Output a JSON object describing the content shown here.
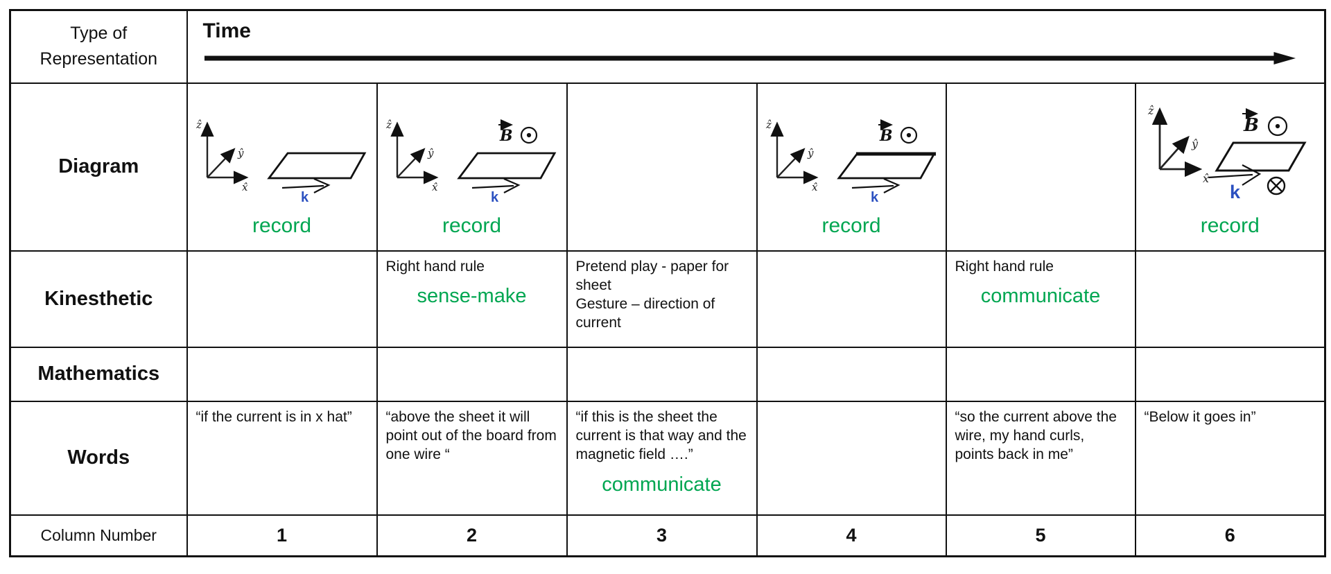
{
  "colors": {
    "annotation_green": "#00a651",
    "k_label_blue": "#2b50c0",
    "line": "#111111"
  },
  "header": {
    "type_label": "Type of Representation",
    "time_label": "Time",
    "time_arrow_icon": "rightwards-arrow"
  },
  "row_labels": {
    "diagram": "Diagram",
    "kinesthetic": "Kinesthetic",
    "mathematics": "Mathematics",
    "words": "Words",
    "column_number": "Column Number"
  },
  "axis_labels": {
    "z": "ẑ",
    "y": "ŷ",
    "x": "x̂"
  },
  "symbols": {
    "b_field": "B",
    "k": "k",
    "out_of_page": "circled-dot",
    "into_page": "circled-cross"
  },
  "columns": [
    {
      "number": "1",
      "diagram": {
        "present": true,
        "size": "normal",
        "b_out_of_page": false,
        "thick_top_edge": false,
        "b_into_page": false,
        "annotation": "record"
      },
      "kinesthetic": {
        "text_lines": [],
        "annotation": ""
      },
      "mathematics": "",
      "words": {
        "quote": "“if the current is in x hat”",
        "annotation": ""
      }
    },
    {
      "number": "2",
      "diagram": {
        "present": true,
        "size": "normal",
        "b_out_of_page": true,
        "thick_top_edge": false,
        "b_into_page": false,
        "annotation": "record"
      },
      "kinesthetic": {
        "text_lines": [
          "Right hand rule"
        ],
        "annotation": "sense-make"
      },
      "mathematics": "",
      "words": {
        "quote": "“above the sheet it will point out of the board from one wire “",
        "annotation": ""
      }
    },
    {
      "number": "3",
      "diagram": {
        "present": false
      },
      "kinesthetic": {
        "text_lines": [
          "Pretend play - paper for sheet",
          "Gesture – direction of current"
        ],
        "annotation": ""
      },
      "mathematics": "",
      "words": {
        "quote": "“if this is the sheet the current is that way and the magnetic field ….”",
        "annotation": "communicate"
      }
    },
    {
      "number": "4",
      "diagram": {
        "present": true,
        "size": "normal",
        "b_out_of_page": true,
        "thick_top_edge": true,
        "b_into_page": false,
        "annotation": "record"
      },
      "kinesthetic": {
        "text_lines": [],
        "annotation": ""
      },
      "mathematics": "",
      "words": {
        "quote": "",
        "annotation": ""
      }
    },
    {
      "number": "5",
      "diagram": {
        "present": false
      },
      "kinesthetic": {
        "text_lines": [
          "Right hand rule"
        ],
        "annotation": "communicate"
      },
      "mathematics": "",
      "words": {
        "quote": "“so the current above the wire, my hand curls, points back in me”",
        "annotation": ""
      }
    },
    {
      "number": "6",
      "diagram": {
        "present": true,
        "size": "large",
        "b_out_of_page": true,
        "thick_top_edge": false,
        "b_into_page": true,
        "annotation": "record"
      },
      "kinesthetic": {
        "text_lines": [],
        "annotation": ""
      },
      "mathematics": "",
      "words": {
        "quote": "“Below it goes in”",
        "annotation": ""
      }
    }
  ]
}
